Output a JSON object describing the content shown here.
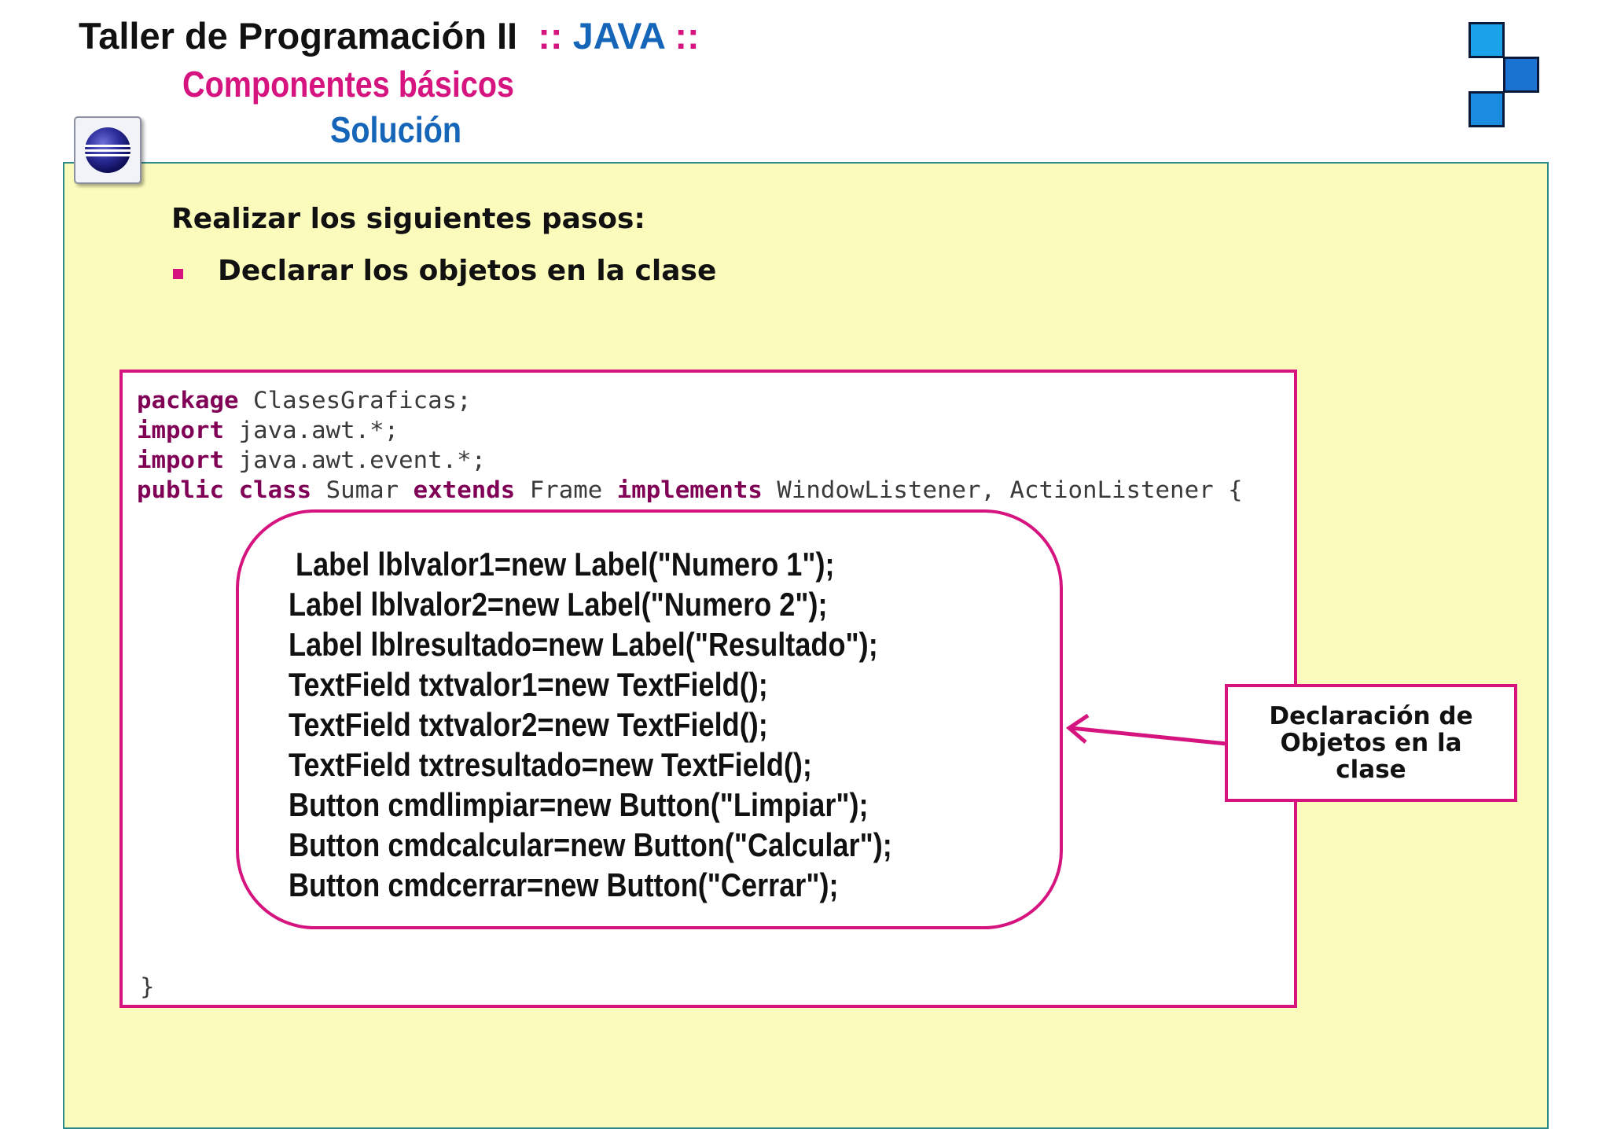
{
  "header": {
    "course": "Taller de Programación II",
    "sep_left": "::",
    "language": "JAVA",
    "sep_right": "::",
    "subtitle": "Componentes básicos",
    "subtitle2": "Solución"
  },
  "icons": {
    "logo": "squares-logo-icon",
    "badge": "eclipse-icon"
  },
  "colors": {
    "accent": "#d6147f",
    "blue": "#1565b8",
    "panel": "#fbfcbb",
    "keyword": "#7f0055"
  },
  "steps": {
    "heading": "Realizar los siguientes pasos:",
    "items": [
      "Declarar los objetos en la clase"
    ]
  },
  "code": {
    "l1_kw": "package",
    "l1_rest": " ClasesGraficas;",
    "l2_kw": "import",
    "l2_rest": " java.awt.*;",
    "l3_kw": "import",
    "l3_rest": " java.awt.event.*;",
    "l4_kw1": "public",
    "l4_kw2": "class",
    "l4_name": " Sumar ",
    "l4_kw3": "extends",
    "l4_super": " Frame ",
    "l4_kw4": "implements",
    "l4_rest": " WindowListener, ActionListener {",
    "closing": "}"
  },
  "declarations": [
    "Label lblvalor1=new Label(\"Numero 1\");",
    "Label lblvalor2=new Label(\"Numero 2\");",
    "Label lblresultado=new Label(\"Resultado\");",
    "TextField txtvalor1=new TextField();",
    "TextField txtvalor2=new TextField();",
    "TextField txtresultado=new TextField();",
    "Button cmdlimpiar=new Button(\"Limpiar\");",
    "Button cmdcalcular=new Button(\"Calcular\");",
    "Button cmdcerrar=new Button(\"Cerrar\");"
  ],
  "callout": {
    "text": "Declaración de Objetos en la clase"
  }
}
